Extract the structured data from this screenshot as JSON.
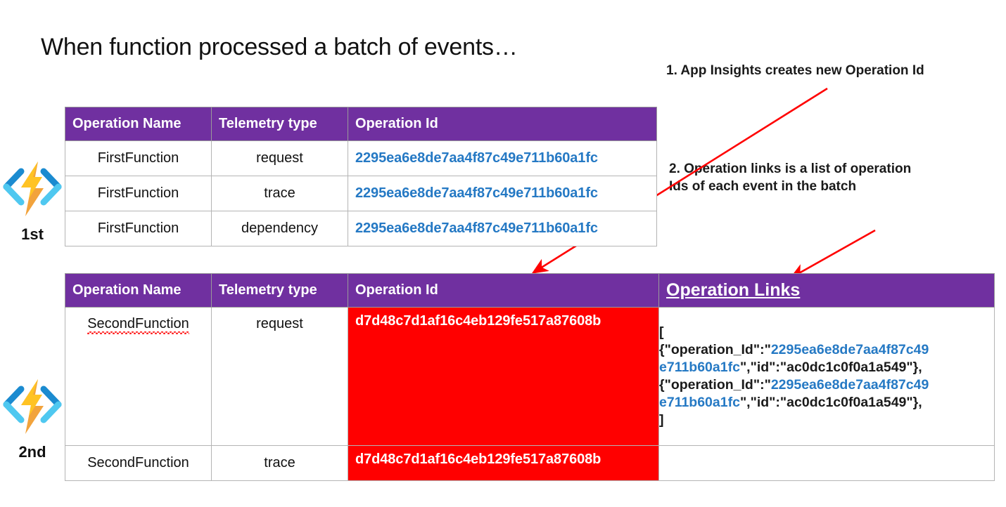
{
  "slide": {
    "title": "When function processed a batch of events…"
  },
  "annotations": [
    {
      "id": "annotation-1",
      "text": "1. App Insights creates new Operation Id"
    },
    {
      "id": "annotation-2",
      "text": "2. Operation links is a list of operation Ids of each event in the batch"
    }
  ],
  "logos": [
    {
      "icon": "azure-functions-icon",
      "ordinal": "1st"
    },
    {
      "icon": "azure-functions-icon",
      "ordinal": "2nd"
    }
  ],
  "colors": {
    "header_purple": "#7030A0",
    "highlight_red": "#FF0000",
    "link_blue": "#2579C4",
    "arrow_red": "#FF0000",
    "azure_blue_dark": "#1B8BD0",
    "azure_blue_light": "#4FC8F0",
    "azure_orange": "#F2A33C",
    "azure_yellow": "#FFC324"
  },
  "table_first": {
    "headers": [
      "Operation Name",
      "Telemetry type",
      "Operation Id"
    ],
    "rows": [
      {
        "operation_name": "FirstFunction",
        "telemetry_type": "request",
        "operation_id": "2295ea6e8de7aa4f87c49e711b60a1fc"
      },
      {
        "operation_name": "FirstFunction",
        "telemetry_type": "trace",
        "operation_id": "2295ea6e8de7aa4f87c49e711b60a1fc"
      },
      {
        "operation_name": "FirstFunction",
        "telemetry_type": "dependency",
        "operation_id": "2295ea6e8de7aa4f87c49e711b60a1fc"
      }
    ]
  },
  "table_second": {
    "headers": [
      "Operation Name",
      "Telemetry type",
      "Operation Id",
      "Operation Links"
    ],
    "rows": [
      {
        "operation_name": "SecondFunction",
        "telemetry_type": "request",
        "operation_id": "d7d48c7d1af16c4eb129fe517a87608b",
        "operation_links_lines": [
          {
            "pre": "[",
            "link": "",
            "post": ""
          },
          {
            "pre": "{\"operation_Id\":\"",
            "link": "2295ea6e8de7aa4f87c49",
            "post": ""
          },
          {
            "pre": "",
            "link": "e711b60a1fc",
            "post": "\",\"id\":\"ac0dc1c0f0a1a549\"},"
          },
          {
            "pre": "{\"operation_Id\":\"",
            "link": "2295ea6e8de7aa4f87c49",
            "post": ""
          },
          {
            "pre": "",
            "link": "e711b60a1fc",
            "post": "\",\"id\":\"ac0dc1c0f0a1a549\"},"
          },
          {
            "pre": "]",
            "link": "",
            "post": ""
          }
        ]
      },
      {
        "operation_name": "SecondFunction",
        "telemetry_type": "trace",
        "operation_id": "d7d48c7d1af16c4eb129fe517a87608b",
        "operation_links_lines": []
      }
    ]
  }
}
